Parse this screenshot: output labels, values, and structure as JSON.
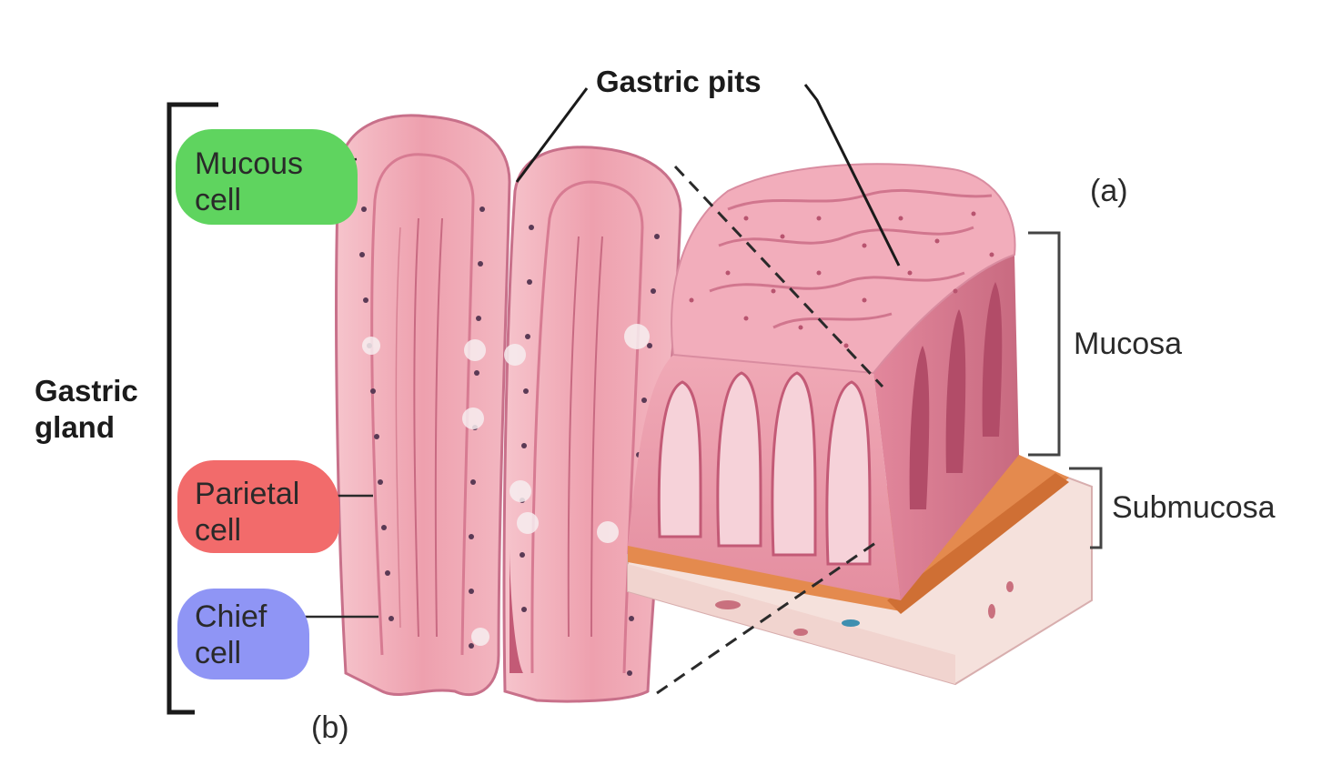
{
  "labels": {
    "gastric_pits": "Gastric pits",
    "panel_a": "(a)",
    "panel_b": "(b)",
    "gastric_gland_line1": "Gastric",
    "gastric_gland_line2": "gland",
    "mucosa": "Mucosa",
    "submucosa": "Submucosa"
  },
  "highlighted_labels": [
    {
      "line1": "Mucous",
      "line2": "cell",
      "highlight_color": "#5fd45f"
    },
    {
      "line1": "Parietal",
      "line2": "cell",
      "highlight_color": "#f26b6b"
    },
    {
      "line1": "Chief",
      "line2": "cell",
      "highlight_color": "#8f95f5"
    }
  ],
  "colors": {
    "tissue_pink": "#eea3b0",
    "tissue_dark": "#c8607a",
    "muscle_orange": "#e48a4e",
    "submucosa_cream": "#f5e1dc"
  }
}
